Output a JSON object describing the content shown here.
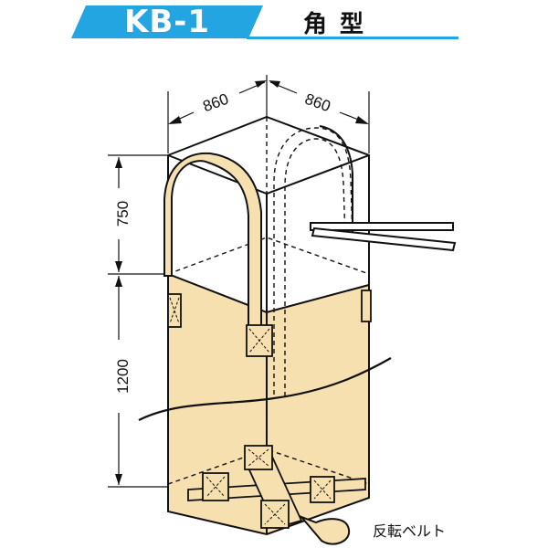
{
  "header": {
    "model": "KB-1",
    "shape": "角型"
  },
  "dimensions": {
    "width_left": "860",
    "width_right": "860",
    "height_upper": "750",
    "height_lower": "1200"
  },
  "caption": "反転ベルト",
  "colors": {
    "accent": "#23a5e2",
    "bag_fill": "#f7e0b0",
    "outline": "#111111"
  }
}
